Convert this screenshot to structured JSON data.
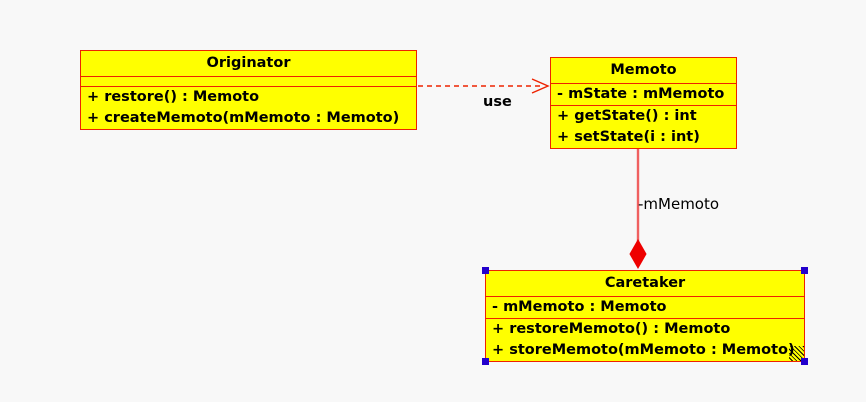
{
  "diagram": {
    "type": "uml-class-diagram",
    "background_color": "#f8f8f8",
    "class_fill_color": "#ffff00",
    "class_border_color": "#ee2200",
    "connector_color": "#ee2200",
    "selection_handle_color": "#2200cc",
    "classes": [
      {
        "id": "originator",
        "name": "Originator",
        "attributes": [],
        "methods": [
          "+ restore() : Memoto",
          "+ createMemoto(mMemoto : Memoto)"
        ],
        "selected": false
      },
      {
        "id": "memoto",
        "name": "Memoto",
        "attributes": [
          "- mState : mMemoto"
        ],
        "methods": [
          "+ getState() : int",
          "+ setState(i : int)"
        ],
        "selected": false
      },
      {
        "id": "caretaker",
        "name": "Caretaker",
        "attributes": [
          "- mMemoto : Memoto"
        ],
        "methods": [
          "+ restoreMemoto() : Memoto",
          "+ storeMemoto(mMemoto : Memoto)"
        ],
        "selected": true
      }
    ],
    "relationships": [
      {
        "id": "dependency-originator-memoto",
        "kind": "dependency",
        "line_style": "dashed",
        "arrow_head": "open",
        "from": "Originator",
        "to": "Memoto",
        "label": "use"
      },
      {
        "id": "composition-caretaker-memoto",
        "kind": "composition",
        "line_style": "solid",
        "arrow_head": "filled-diamond",
        "from": "Caretaker",
        "to": "Memoto",
        "label": "-mMemoto"
      }
    ]
  }
}
